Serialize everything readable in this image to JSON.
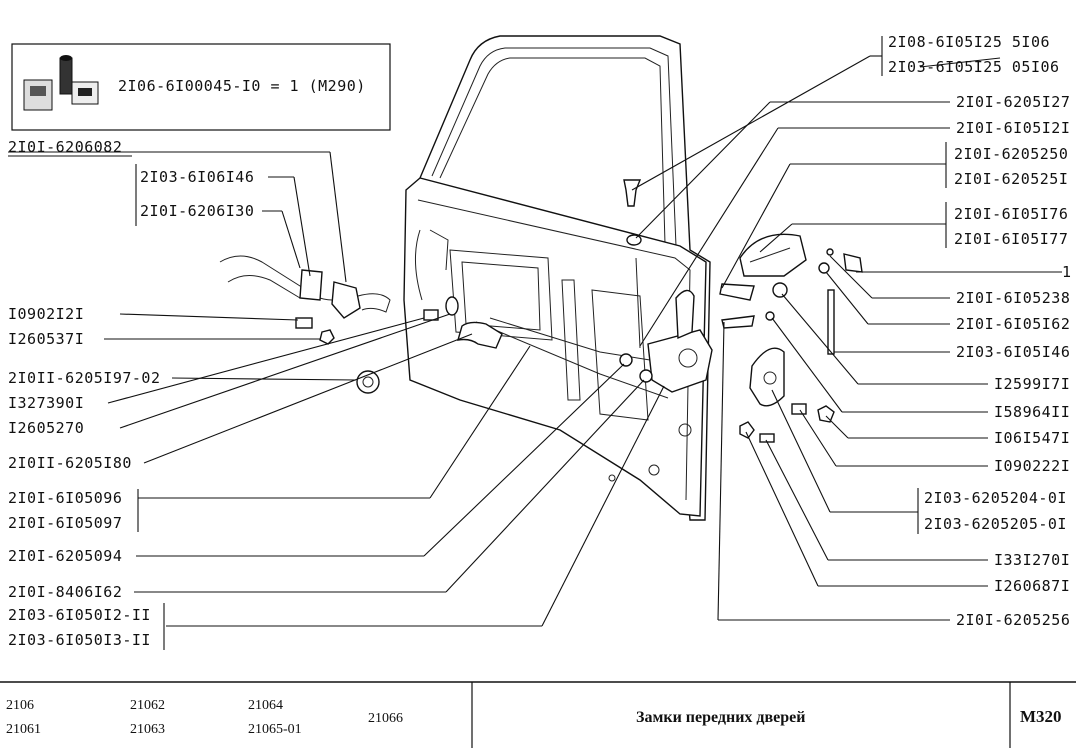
{
  "kit": {
    "formula": "2I06-6I00045-I0 = 1 (M290)",
    "icon": "lubricant-kit-icon"
  },
  "labels_left": [
    "2I0I-6206082",
    "2I03-6I06I46",
    "2I0I-6206I30",
    "I0902I2I",
    "I260537I",
    "2I0II-6205I97-02",
    "I327390I",
    "I2605270",
    "2I0II-6205I80",
    "2I0I-6I05096",
    "2I0I-6I05097",
    "2I0I-6205094",
    "2I0I-8406I62",
    "2I03-6I050I2-II",
    "2I03-6I050I3-II"
  ],
  "labels_right": [
    "2I08-6I05I25  5I06",
    "2I03-6I05I25 05I06",
    "2I0I-6205I27",
    "2I0I-6I05I2I",
    "2I0I-6205250",
    "2I0I-620525I",
    "2I0I-6I05I76",
    "2I0I-6I05I77",
    "1",
    "2I0I-6I05238",
    "2I0I-6I05I62",
    "2I03-6I05I46",
    "I2599I7I",
    "I58964II",
    "I06I547I",
    "I090222I",
    "2I03-6205204-0I",
    "2I03-6205205-0I",
    "I33I270I",
    "I260687I",
    "2I0I-6205256"
  ],
  "footer": {
    "models": [
      "2106",
      "21061",
      "21062",
      "21063",
      "21064",
      "21065-01",
      "21066"
    ],
    "title": "Замки передних дверей",
    "page": "M320"
  }
}
